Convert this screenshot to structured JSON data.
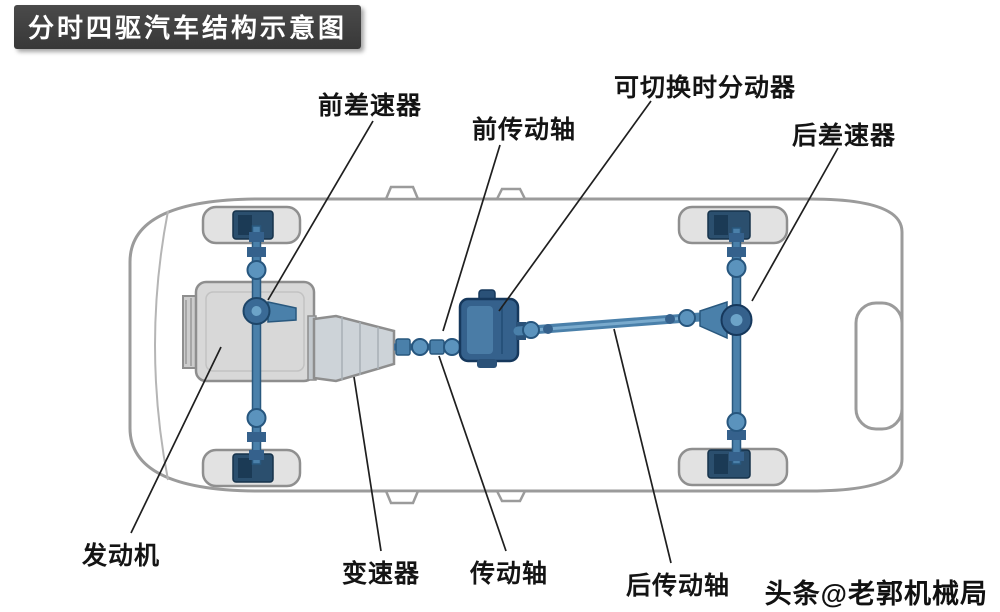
{
  "title": "分时四驱汽车结构示意图",
  "watermark": "头条@老郭机械局",
  "labels": {
    "front_differential": "前差速器",
    "front_drive_shaft": "前传动轴",
    "transfer_case": "可切换时分动器",
    "rear_differential": "后差速器",
    "engine": "发动机",
    "transmission": "变速器",
    "drive_shaft": "传动轴",
    "rear_drive_shaft": "后传动轴"
  },
  "colors": {
    "title_bg": "#3e3e3e",
    "label_text": "#141414",
    "body_outline_gray": "#9b9b9b",
    "engine_gray": "#d8d8d8",
    "drivetrain_blue_dark": "#35618c",
    "drivetrain_blue": "#4a80aa",
    "drivetrain_blue_light": "#5b93bd",
    "leader_line": "#1f1f1f"
  }
}
